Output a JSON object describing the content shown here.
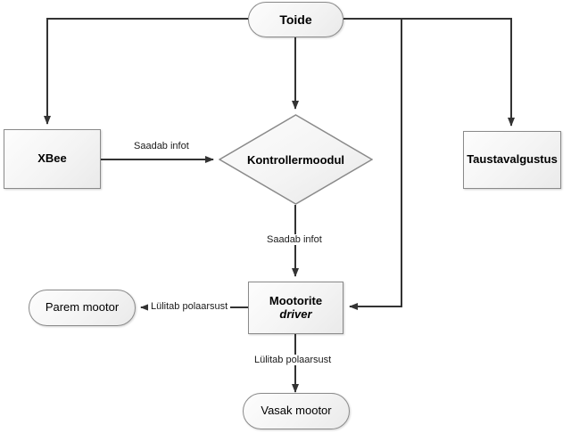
{
  "diagram": {
    "title": "Toide system block diagram",
    "background_color": "#ffffff",
    "line_color": "#333333",
    "node_fill": "#f2f2f2",
    "node_border": "#8a8a8a"
  },
  "nodes": {
    "power": {
      "label": "Toide",
      "shape": "rounded",
      "weight": "bold"
    },
    "xbee": {
      "label": "XBee",
      "shape": "rect",
      "weight": "bold"
    },
    "controller": {
      "label": "Kontrollermoodul",
      "shape": "diamond",
      "weight": "bold"
    },
    "backlight": {
      "label": "Taustavalgustus",
      "shape": "rect",
      "weight": "bold"
    },
    "motor_driver": {
      "label_line1": "Mootorite",
      "label_line2": "driver",
      "shape": "rect",
      "weight": "bold"
    },
    "right_motor": {
      "label": "Parem mootor",
      "shape": "rounded",
      "weight": "normal"
    },
    "left_motor": {
      "label": "Vasak mootor",
      "shape": "rounded",
      "weight": "normal"
    }
  },
  "edges": [
    {
      "id": "power-to-xbee",
      "from": "power",
      "to": "xbee",
      "label": ""
    },
    {
      "id": "power-to-controller",
      "from": "power",
      "to": "controller",
      "label": ""
    },
    {
      "id": "power-to-backlight",
      "from": "power",
      "to": "backlight",
      "label": ""
    },
    {
      "id": "power-to-motor-driver",
      "from": "power",
      "to": "motor_driver",
      "label": ""
    },
    {
      "id": "xbee-to-controller",
      "from": "xbee",
      "to": "controller",
      "label": "Saadab infot"
    },
    {
      "id": "controller-to-motor-driver",
      "from": "controller",
      "to": "motor_driver",
      "label": "Saadab infot"
    },
    {
      "id": "motor-driver-to-right-motor",
      "from": "motor_driver",
      "to": "right_motor",
      "label": "Lülitab polaarsust"
    },
    {
      "id": "motor-driver-to-left-motor",
      "from": "motor_driver",
      "to": "left_motor",
      "label": "Lülitab polaarsust"
    }
  ],
  "edge_labels": {
    "xbee_controller": "Saadab infot",
    "controller_driver": "Saadab infot",
    "driver_right_motor": "Lülitab polaarsust",
    "driver_left_motor": "Lülitab polaarsust"
  }
}
